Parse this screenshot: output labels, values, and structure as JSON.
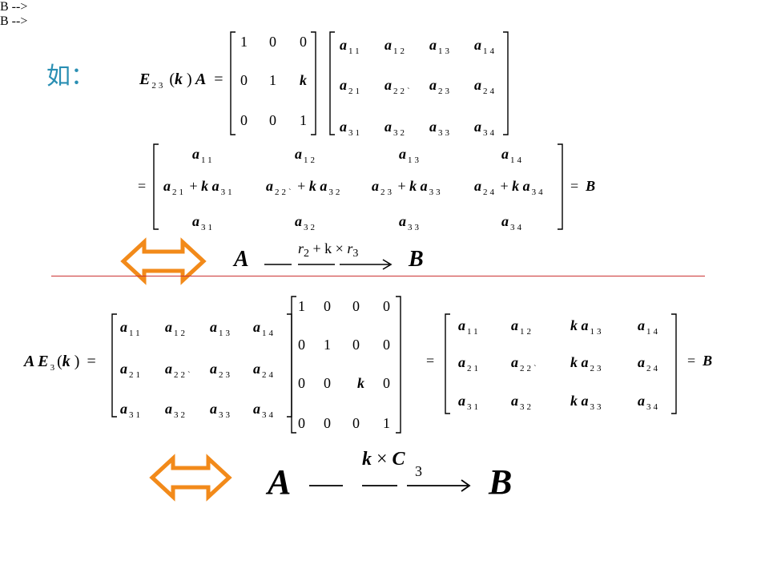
{
  "intro_label": "如：",
  "colors": {
    "accent_text": "#2a8fb3",
    "arrow_fill": "#ffffff",
    "arrow_stroke": "#f28a1a",
    "rule": "#cc3333"
  },
  "row_op": {
    "lhs": {
      "E": "E",
      "E_sub": "23",
      "k": "k",
      "A": "A",
      "eq": "="
    },
    "E_matrix": [
      [
        "1",
        "0",
        "0"
      ],
      [
        "0",
        "1",
        "k"
      ],
      [
        "0",
        "0",
        "1"
      ]
    ],
    "A_matrix": [
      [
        [
          "a",
          "11"
        ],
        [
          "a",
          "12"
        ],
        [
          "a",
          "13"
        ],
        [
          "a",
          "14"
        ]
      ],
      [
        [
          "a",
          "21"
        ],
        [
          "a",
          "22`"
        ],
        [
          "a",
          "23"
        ],
        [
          "a",
          "24"
        ]
      ],
      [
        [
          "a",
          "31"
        ],
        [
          "a",
          "32"
        ],
        [
          "a",
          "33"
        ],
        [
          "a",
          "34"
        ]
      ]
    ],
    "result_eq": "=",
    "result_matrix": {
      "row1": [
        [
          "a",
          "11"
        ],
        [
          "a",
          "12"
        ],
        [
          "a",
          "13"
        ],
        [
          "a",
          "14"
        ]
      ],
      "row2": [
        {
          "a": "a",
          "s1": "21",
          "plus": "+",
          "k": "k",
          "a2": "a",
          "s2": "31"
        },
        {
          "a": "a",
          "s1": "22`",
          "plus": "+",
          "k": "k",
          "a2": "a",
          "s2": "32"
        },
        {
          "a": "a",
          "s1": "23",
          "plus": "+",
          "k": "k",
          "a2": "a",
          "s2": "33"
        },
        {
          "a": "a",
          "s1": "24",
          "plus": "+",
          "k": "k",
          "a2": "a",
          "s2": "34"
        }
      ],
      "row3": [
        [
          "a",
          "31"
        ],
        [
          "a",
          "32"
        ],
        [
          "a",
          "33"
        ],
        [
          "a",
          "34"
        ]
      ]
    },
    "eq_B": "=",
    "B": "B",
    "transform": {
      "from": "A",
      "to": "B",
      "label_r2": "r",
      "label_r2_sub": "2",
      "label_mid": "+ k ×",
      "label_r3": "r",
      "label_r3_sub": "3"
    }
  },
  "col_op": {
    "lhs": {
      "A": "A",
      "E": "E",
      "E_sub": "3",
      "k": "k",
      "eq": "="
    },
    "A_matrix": [
      [
        [
          "a",
          "11"
        ],
        [
          "a",
          "12"
        ],
        [
          "a",
          "13"
        ],
        [
          "a",
          "14"
        ]
      ],
      [
        [
          "a",
          "21"
        ],
        [
          "a",
          "22`"
        ],
        [
          "a",
          "23"
        ],
        [
          "a",
          "24"
        ]
      ],
      [
        [
          "a",
          "31"
        ],
        [
          "a",
          "32"
        ],
        [
          "a",
          "33"
        ],
        [
          "a",
          "34"
        ]
      ]
    ],
    "E_matrix": [
      [
        "1",
        "0",
        "0",
        "0"
      ],
      [
        "0",
        "1",
        "0",
        "0"
      ],
      [
        "0",
        "0",
        "k",
        "0"
      ],
      [
        "0",
        "0",
        "0",
        "1"
      ]
    ],
    "result_eq": "=",
    "result_matrix": [
      [
        [
          "",
          "a",
          "11"
        ],
        [
          "",
          "a",
          "12"
        ],
        [
          "k",
          "a",
          "13"
        ],
        [
          "",
          "a",
          "14"
        ]
      ],
      [
        [
          "",
          "a",
          "21"
        ],
        [
          "",
          "a",
          "22`"
        ],
        [
          "k",
          "a",
          "23"
        ],
        [
          "",
          "a",
          "24"
        ]
      ],
      [
        [
          "",
          "a",
          "31"
        ],
        [
          "",
          "a",
          "32"
        ],
        [
          "k",
          "a",
          "33"
        ],
        [
          "",
          "a",
          "34"
        ]
      ]
    ],
    "eq_B": "=",
    "B": "B",
    "transform": {
      "from": "A",
      "to": "B",
      "label_k": "k",
      "label_times": "×",
      "label_C": "C",
      "label_C_sub": "3"
    }
  }
}
